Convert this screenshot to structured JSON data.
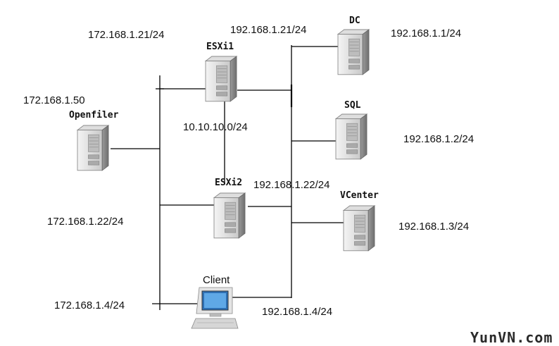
{
  "nodes": {
    "esxi1": "ESXi1",
    "esxi2": "ESXi2",
    "dc": "DC",
    "sql": "SQL",
    "openfiler": "Openfiler",
    "vcenter": "VCenter",
    "client": "Client"
  },
  "ips": {
    "left_top": "172.168.1.21/24",
    "esxi1_right": "192.168.1.21/24",
    "dc": "192.168.1.1/24",
    "openfiler": "172.168.1.50",
    "vmotion": "10.10.10.0/24",
    "sql": "192.168.1.2/24",
    "esxi2_right": "192.168.1.22/24",
    "left_esxi2": "172.168.1.22/24",
    "vcenter": "192.168.1.3/24",
    "client_left": "172.168.1.4/24",
    "client_right": "192.168.1.4/24"
  },
  "watermark": "YunVN.com"
}
